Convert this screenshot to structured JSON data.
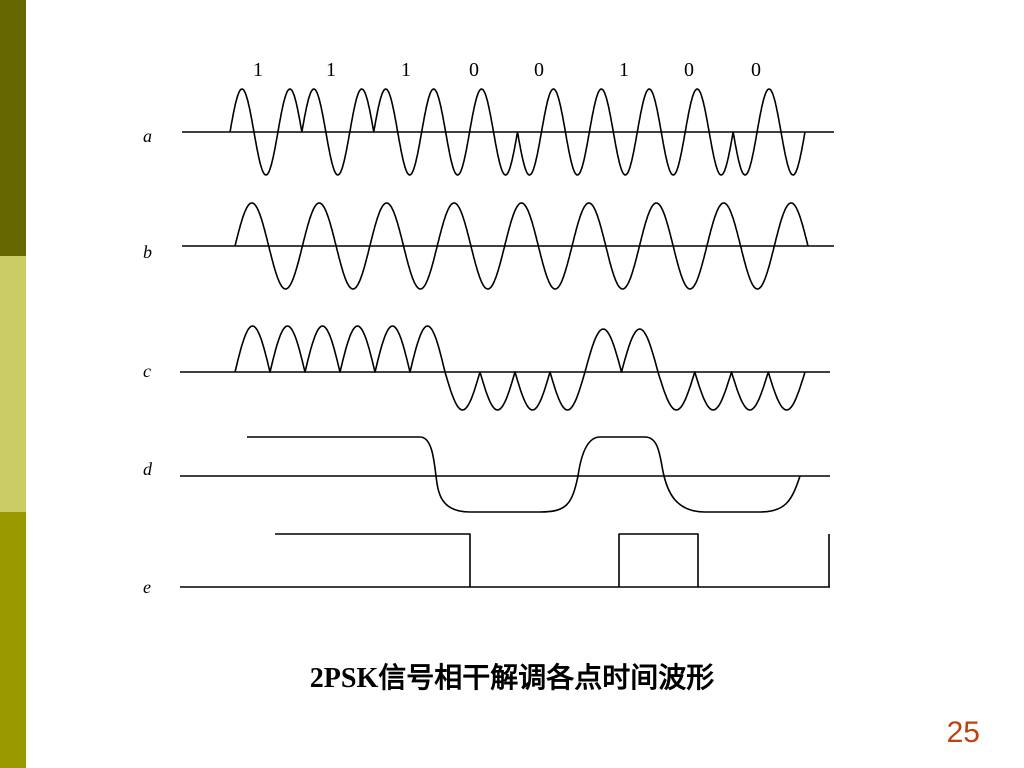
{
  "slide": {
    "caption": "2PSK信号相干解调各点时间波形",
    "page_number": "25"
  },
  "colors": {
    "sidebar_top": "#666600",
    "sidebar_middle": "#cccc66",
    "sidebar_bottom": "#999900",
    "page_number": "#c04010",
    "waveform": "#000000"
  },
  "diagram": {
    "bits": [
      "1",
      "1",
      "1",
      "0",
      "0",
      "1",
      "0",
      "0"
    ],
    "row_labels": [
      "a",
      "b",
      "c",
      "d",
      "e"
    ]
  }
}
